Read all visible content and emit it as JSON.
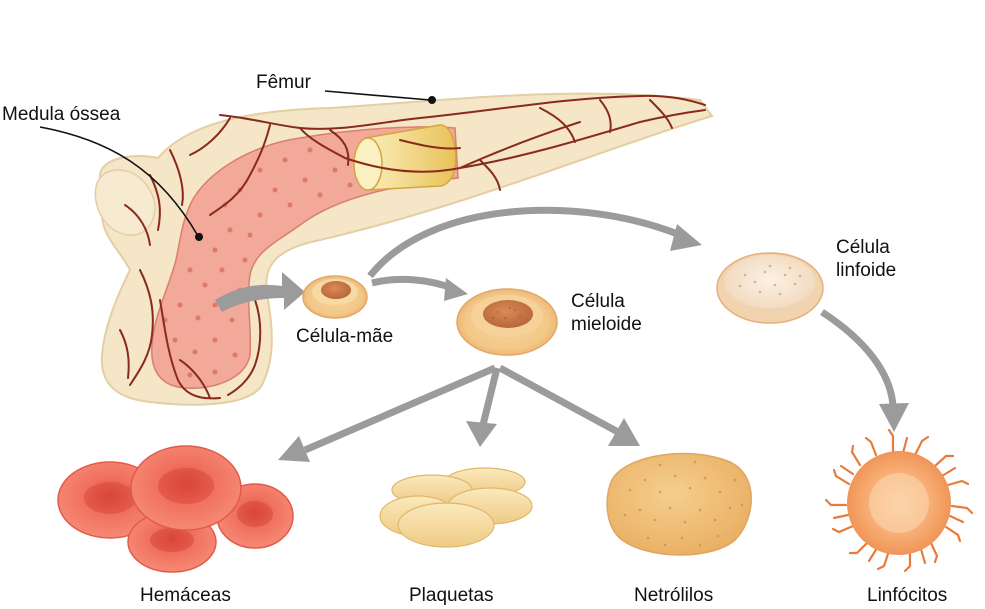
{
  "labels": {
    "femur": "Fêmur",
    "marrow": "Medula óssea",
    "stem_cell": "Célula-mãe",
    "myeloid_1": "Célula",
    "myeloid_2": "mieloide",
    "lymphoid_1": "Célula",
    "lymphoid_2": "linfoide",
    "red_cells": "Hemáceas",
    "platelets": "Plaquetas",
    "neutrophils": "Netrólilos",
    "lymphocytes": "Linfócitos"
  },
  "colors": {
    "bone": "#f4e6c6",
    "bone_outline": "#e3cfa3",
    "marrow": "#f2a99a",
    "vessel": "#8a2a1c",
    "arrow": "#9b9b9b",
    "red_cell": "#ef6a58",
    "platelet": "#f3dba0",
    "neutrophil": "#f0c27a",
    "lymphocyte": "#f4a56a",
    "cartilage": "#f0d47a"
  }
}
